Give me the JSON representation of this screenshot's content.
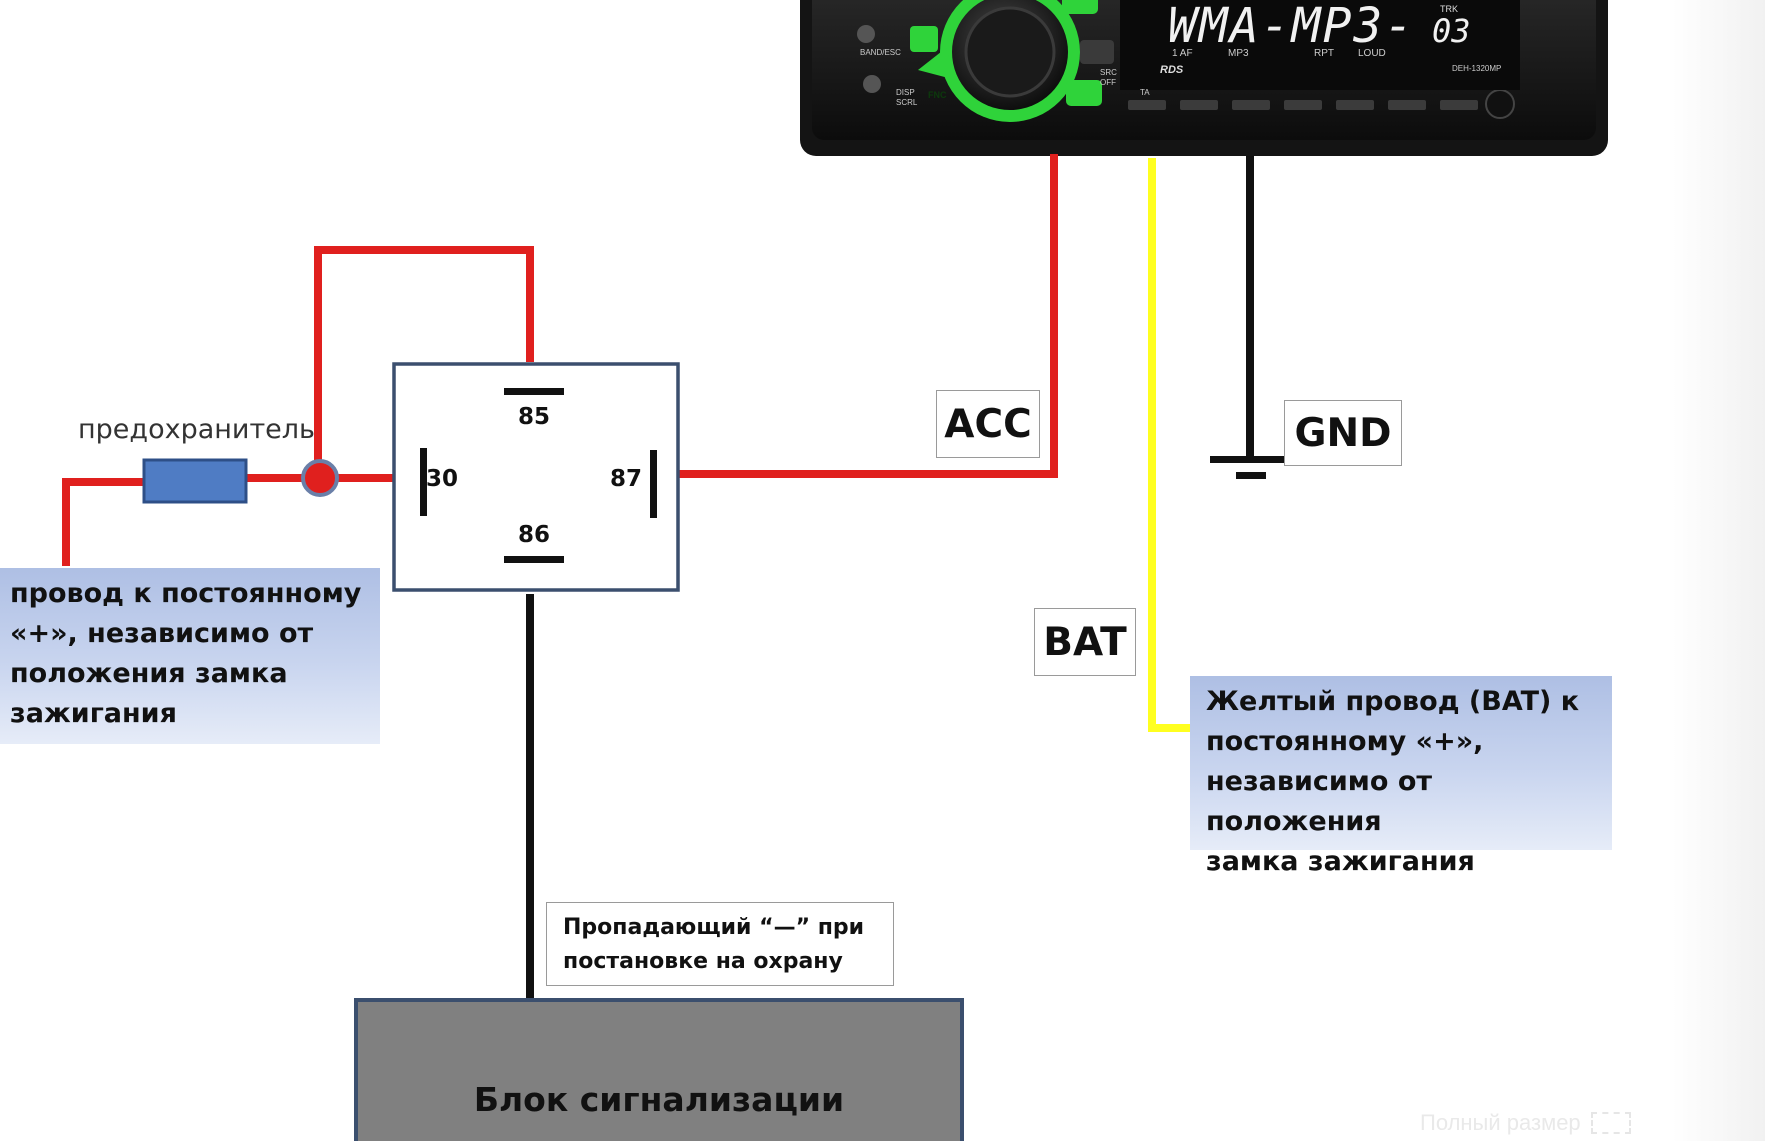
{
  "radio": {
    "display_main": "WMA-MP3-",
    "display_trk_label": "TRK",
    "display_track": "03",
    "display_sub_labels": [
      "1 AF",
      "MP3",
      "RPT",
      "LOUD"
    ],
    "display_rds": "RDS",
    "model": "DEH-1320MP",
    "left_labels": [
      "BAND/ESC",
      "DISP",
      "SCRL"
    ],
    "right_labels": [
      "SRC",
      "OFF"
    ],
    "fnc_label": "FNC",
    "presets_label": "TA"
  },
  "relay": {
    "pin_85": "85",
    "pin_86": "86",
    "pin_87": "87",
    "pin_30": "30"
  },
  "fuse_label": "предохранитель",
  "labels": {
    "acc": "ACC",
    "gnd": "GND",
    "bat": "BAT"
  },
  "notes": {
    "left": [
      "провод  к постоянному",
      "«+», независимо от",
      "положения замка",
      "зажигания"
    ],
    "right": [
      "Желтый провод (BAT) к",
      "постоянному «+»,",
      "независимо от положения",
      "замка зажигания"
    ],
    "alarm_signal": [
      "Пропадающий “—” при",
      "постановке на охрану"
    ]
  },
  "alarm_block": "Блок сигнализации",
  "full_size": "Полный размер",
  "colors": {
    "wire_plus": "#e0201e",
    "wire_bat": "#ffff20",
    "wire_gnd": "#111111",
    "fuse": "#4f7cc4",
    "alarm_block": "#808080",
    "radio_body": "#1b1b1b",
    "radio_accent": "#2fd33a"
  }
}
